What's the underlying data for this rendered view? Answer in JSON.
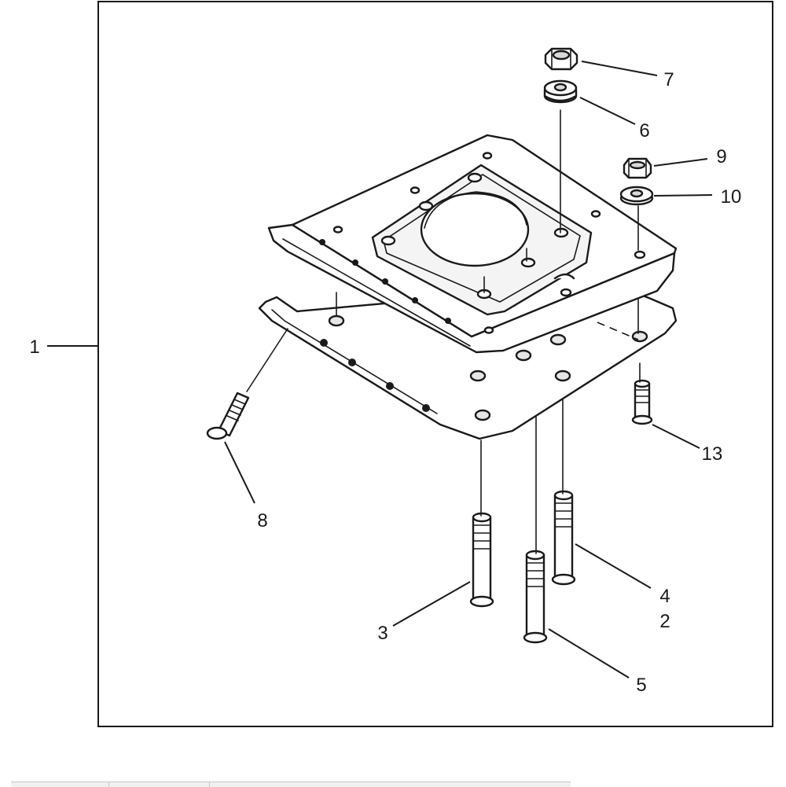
{
  "diagram": {
    "callouts": {
      "c1": "1",
      "c2": "2",
      "c3": "3",
      "c4": "4",
      "c5": "5",
      "c6": "6",
      "c7": "7",
      "c8": "8",
      "c9": "9",
      "c10": "10",
      "c13": "13"
    }
  },
  "colors": {
    "line": "#1a1a1a",
    "part_fill": "#ffffff",
    "shade": "#e6e6e6"
  }
}
